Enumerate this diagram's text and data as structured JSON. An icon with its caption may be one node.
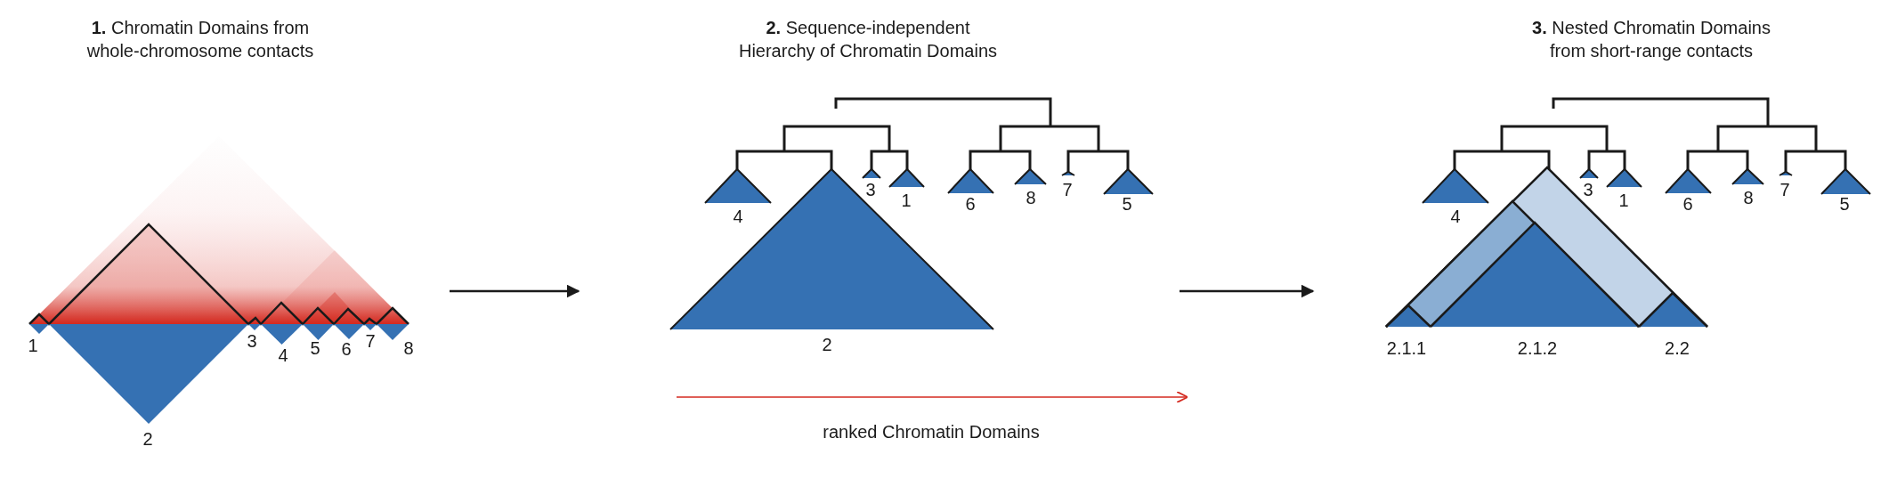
{
  "diagram": {
    "nodes": [
      {
        "text": [
          "**1.** Chromatin Domains from whole-chromosome contacts"
        ]
      },
      {
        "text": [
          "**2.** Sequence-independent Hierarchy of Chromatin Domains"
        ]
      },
      {
        "text": [
          "**3.** Nested Chromatin Domains from short-range contacts"
        ]
      }
    ],
    "edges": [
      {
        "from": 0,
        "to": 1,
        "arrow": "to"
      },
      {
        "from": 1,
        "to": 2,
        "arrow": "to"
      }
    ],
    "labels": [
      "1",
      "3",
      "4",
      "5",
      "6",
      "7",
      "8",
      "2",
      "4",
      "3",
      "1",
      "6",
      "8",
      "7",
      "5",
      "2",
      "4",
      "3",
      "1",
      "6",
      "8",
      "7",
      "5",
      "2.1.1",
      "2.1.2",
      "2.2",
      "ranked Chromatin Domains"
    ]
  }
}
